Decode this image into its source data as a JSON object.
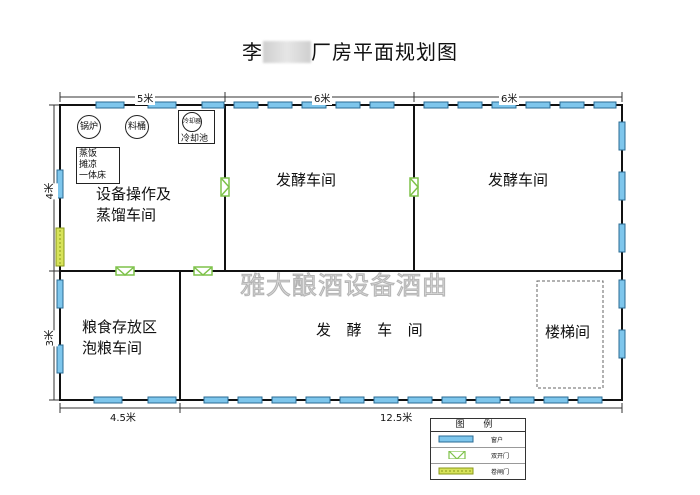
{
  "title": {
    "prefix": "李",
    "suffix": "厂房平面规划图"
  },
  "dimensions": {
    "top": [
      "5米",
      "6米",
      "6米"
    ],
    "bottom": [
      "4.5米",
      "12.5米"
    ],
    "left": [
      "4米",
      "3米"
    ]
  },
  "rooms": {
    "equipment_line1": "设备操作及",
    "equipment_line2": "蒸馏车间",
    "ferment_1": "发酵车间",
    "ferment_2": "发酵车间",
    "ferment_3": "发  酵  车  间",
    "grain_line1": "粮食存放区",
    "grain_line2": "泡粮车间",
    "stairs": "楼梯间"
  },
  "equipment": {
    "boiler": "锅炉",
    "tank": "料桶",
    "cooler_small": "冷却器",
    "cooler_pool": "冷却池",
    "steamer": [
      "蒸饭",
      "摊凉",
      "一体床"
    ]
  },
  "watermark": "雅大酿酒设备酒曲",
  "legend": {
    "title": "图 例",
    "items": [
      {
        "label": "窗户",
        "icon": "window-symbol"
      },
      {
        "label": "双开门",
        "icon": "double-door-symbol"
      },
      {
        "label": "卷闸门",
        "icon": "rolling-door-symbol"
      }
    ]
  },
  "colors": {
    "window": "#7ec6ec",
    "door": "#9bdc6a",
    "rolling_door": "#c9d94a",
    "wall": "#111111"
  }
}
